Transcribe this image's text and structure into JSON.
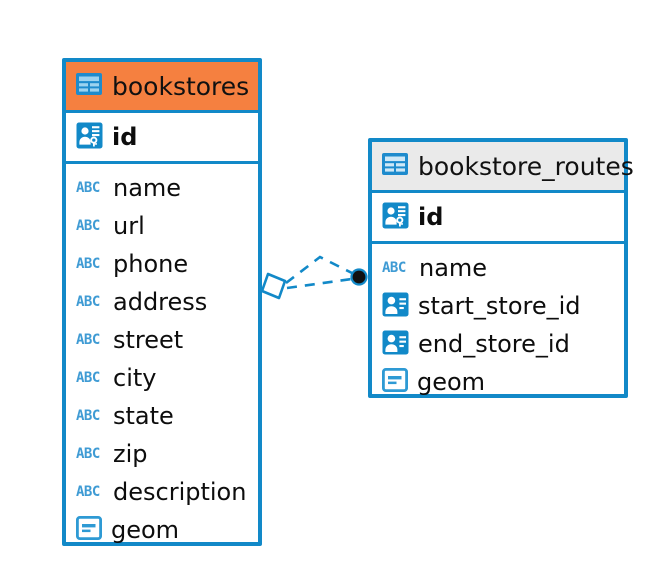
{
  "diagram": {
    "type": "entity-relationship-diagram",
    "background_color": "#ffffff",
    "accent_color": "#1289c8",
    "highlight_color": "#f58040",
    "neutral_header_color": "#eaeaea"
  },
  "entities": [
    {
      "name": "bookstores",
      "title": "bookstores",
      "header_style": "accent",
      "header_icon": "table-icon",
      "primary_key": {
        "label": "id",
        "icon": "primary-key-icon",
        "type": "key"
      },
      "fields": [
        {
          "label": "name",
          "icon": "abc-icon",
          "type": "text",
          "icon_text": "ABC"
        },
        {
          "label": "url",
          "icon": "abc-icon",
          "type": "text",
          "icon_text": "ABC"
        },
        {
          "label": "phone",
          "icon": "abc-icon",
          "type": "text",
          "icon_text": "ABC"
        },
        {
          "label": "address",
          "icon": "abc-icon",
          "type": "text",
          "icon_text": "ABC"
        },
        {
          "label": "street",
          "icon": "abc-icon",
          "type": "text",
          "icon_text": "ABC"
        },
        {
          "label": "city",
          "icon": "abc-icon",
          "type": "text",
          "icon_text": "ABC"
        },
        {
          "label": "state",
          "icon": "abc-icon",
          "type": "text",
          "icon_text": "ABC"
        },
        {
          "label": "zip",
          "icon": "abc-icon",
          "type": "text",
          "icon_text": "ABC"
        },
        {
          "label": "description",
          "icon": "abc-icon",
          "type": "text",
          "icon_text": "ABC"
        },
        {
          "label": "geom",
          "icon": "geometry-icon",
          "type": "geometry"
        }
      ]
    },
    {
      "name": "bookstore_routes",
      "title": "bookstore_routes",
      "header_style": "neutral",
      "header_icon": "table-icon",
      "primary_key": {
        "label": "id",
        "icon": "primary-key-icon",
        "type": "key"
      },
      "fields": [
        {
          "label": "name",
          "icon": "abc-icon",
          "type": "text",
          "icon_text": "ABC"
        },
        {
          "label": "start_store_id",
          "icon": "foreign-key-icon",
          "type": "reference"
        },
        {
          "label": "end_store_id",
          "icon": "foreign-key-icon",
          "type": "reference"
        },
        {
          "label": "geom",
          "icon": "geometry-icon",
          "type": "geometry"
        }
      ]
    }
  ],
  "relationships": [
    {
      "name": "bookstores-to-bookstore-routes",
      "source_entity": "bookstores",
      "target_entity": "bookstore_routes",
      "source_marker": "diamond-icon",
      "target_marker": "filled-circle-icon",
      "line_style": "dashed",
      "line_color": "#1289c8"
    }
  ]
}
